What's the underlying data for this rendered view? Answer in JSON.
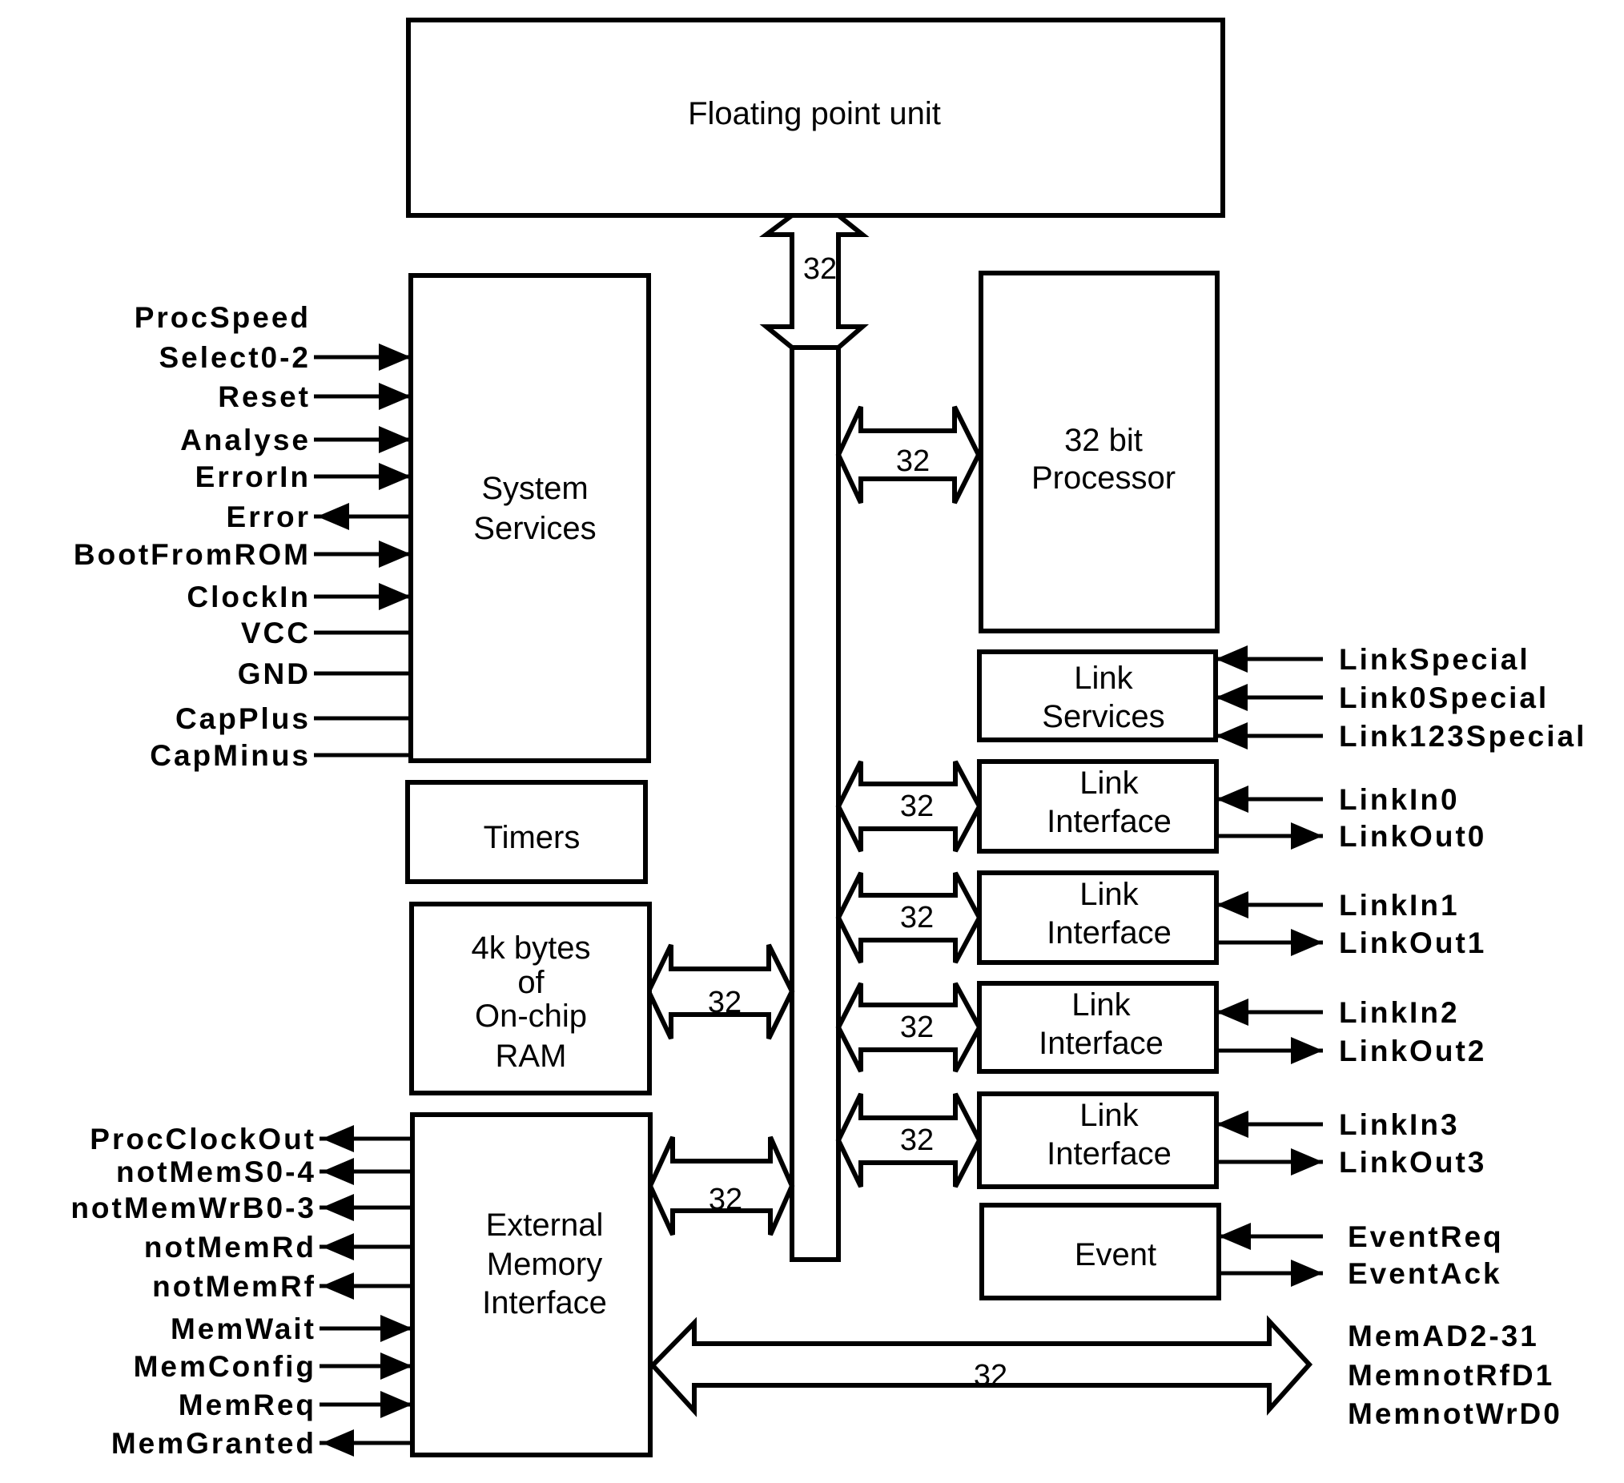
{
  "title": "Transputer block diagram",
  "blocks": {
    "fpu": [
      "Floating point unit"
    ],
    "system_services": [
      "System",
      "Services"
    ],
    "processor": [
      "32 bit",
      "Processor"
    ],
    "link_services": [
      "Link",
      "Services"
    ],
    "link_interface": [
      "Link",
      "Interface"
    ],
    "timers": [
      "Timers"
    ],
    "ram": [
      "4k bytes",
      "of",
      "On-chip",
      "RAM"
    ],
    "emi": [
      "External",
      "Memory",
      "Interface"
    ],
    "event": [
      "Event"
    ]
  },
  "bus_width_label": "32",
  "signals": {
    "system_services": [
      {
        "label": "ProcSpeed",
        "dir": "none"
      },
      {
        "label": "Select0-2",
        "dir": "in"
      },
      {
        "label": "Reset",
        "dir": "in"
      },
      {
        "label": "Analyse",
        "dir": "in"
      },
      {
        "label": "ErrorIn",
        "dir": "in"
      },
      {
        "label": "Error",
        "dir": "out"
      },
      {
        "label": "BootFromROM",
        "dir": "in"
      },
      {
        "label": "ClockIn",
        "dir": "in"
      },
      {
        "label": "VCC",
        "dir": "none"
      },
      {
        "label": "GND",
        "dir": "none"
      },
      {
        "label": "CapPlus",
        "dir": "none"
      },
      {
        "label": "CapMinus",
        "dir": "none"
      }
    ],
    "emi": [
      {
        "label": "ProcClockOut",
        "dir": "out"
      },
      {
        "label": "notMemS0-4",
        "dir": "out"
      },
      {
        "label": "notMemWrB0-3",
        "dir": "out"
      },
      {
        "label": "notMemRd",
        "dir": "out"
      },
      {
        "label": "notMemRf",
        "dir": "out"
      },
      {
        "label": "MemWait",
        "dir": "in"
      },
      {
        "label": "MemConfig",
        "dir": "in"
      },
      {
        "label": "MemReq",
        "dir": "in"
      },
      {
        "label": "MemGranted",
        "dir": "out"
      }
    ],
    "link_services": [
      {
        "label": "LinkSpecial",
        "dir": "in"
      },
      {
        "label": "Link0Special",
        "dir": "in"
      },
      {
        "label": "Link123Special",
        "dir": "in"
      }
    ],
    "links": [
      [
        {
          "label": "LinkIn0",
          "dir": "in"
        },
        {
          "label": "LinkOut0",
          "dir": "out"
        }
      ],
      [
        {
          "label": "LinkIn1",
          "dir": "in"
        },
        {
          "label": "LinkOut1",
          "dir": "out"
        }
      ],
      [
        {
          "label": "LinkIn2",
          "dir": "in"
        },
        {
          "label": "LinkOut2",
          "dir": "out"
        }
      ],
      [
        {
          "label": "LinkIn3",
          "dir": "in"
        },
        {
          "label": "LinkOut3",
          "dir": "out"
        }
      ]
    ],
    "event": [
      {
        "label": "EventReq",
        "dir": "in"
      },
      {
        "label": "EventAck",
        "dir": "out"
      }
    ],
    "memory_bus": [
      "MemAD2-31",
      "MemnotRfD1",
      "MemnotWrD0"
    ]
  }
}
